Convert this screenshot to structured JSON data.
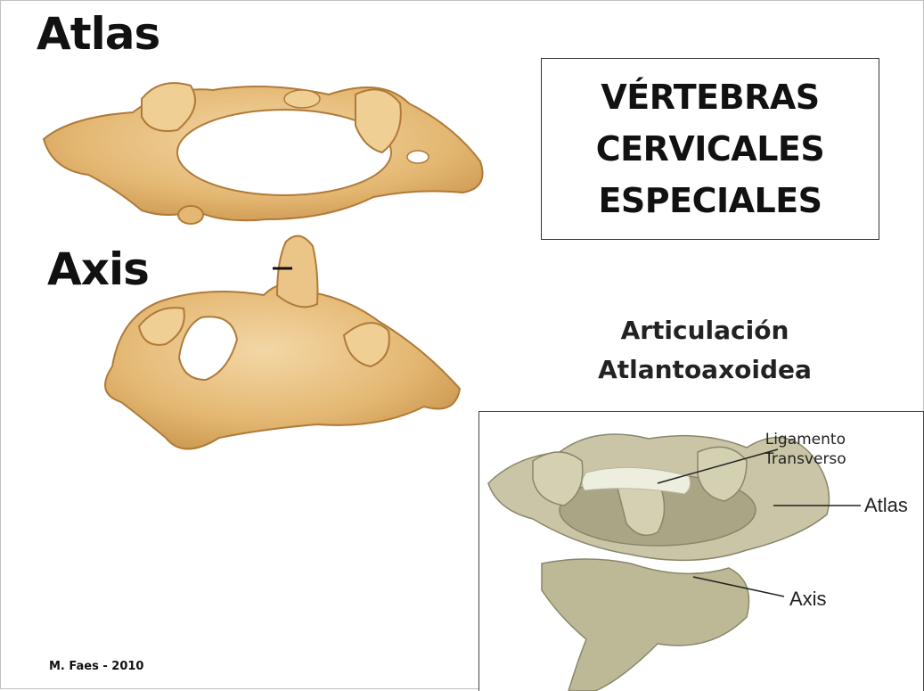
{
  "labels": {
    "atlas": "Atlas",
    "axis": "Axis"
  },
  "title_box": {
    "line1": "VÉRTEBRAS",
    "line2": "CERVICALES",
    "line3": "ESPECIALES"
  },
  "articulation": {
    "line1": "Articulación",
    "line2": "Atlantoaxoidea"
  },
  "inset": {
    "ligament_line1": "Ligamento",
    "ligament_line2": "Transverso",
    "atlas_label": "Atlas",
    "axis_label": "Axis"
  },
  "credit": "M. Faes - 2010",
  "colors": {
    "bone_fill": "#e4b873",
    "bone_shadow": "#c8924a",
    "bone_light": "#f3d7a6",
    "inset_bone": "#c9c5a6",
    "inset_bone_dark": "#98946f",
    "ligament": "#eeeede"
  }
}
